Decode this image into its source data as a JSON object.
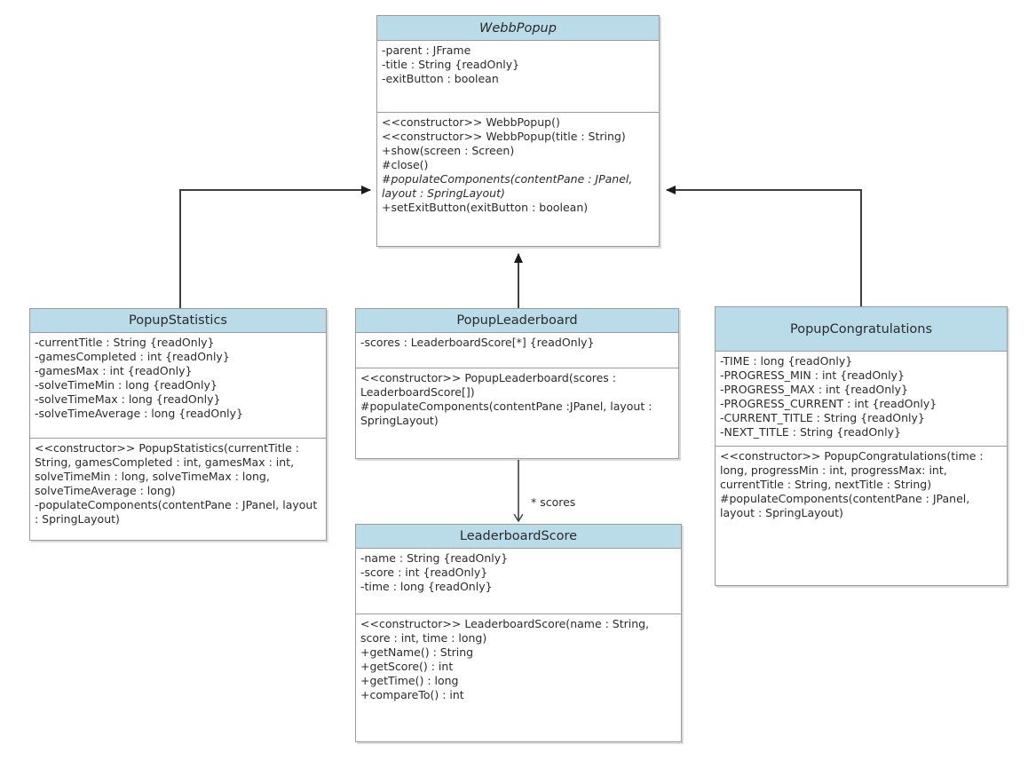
{
  "diagram": {
    "type": "uml-class-diagram",
    "colors": {
      "class_header_fill": "#b9dce8",
      "box_border": "#9b9b9b",
      "connector_stroke": "#3f3f3f",
      "text": "#2b2b2b",
      "background": "#ffffff"
    },
    "classes": {
      "webbpopup": {
        "title": "WebbPopup",
        "abstract": true,
        "attributes": [
          "-parent : JFrame",
          "-title : String {readOnly}",
          "-exitButton : boolean"
        ],
        "methods": [
          "<<constructor>> WebbPopup()",
          "<<constructor>> WebbPopup(title : String)",
          "+show(screen : Screen)",
          "#close()",
          "#populateComponents(contentPane : JPanel, layout : SpringLayout)",
          "+setExitButton(exitButton : boolean)"
        ]
      },
      "popupstatistics": {
        "title": "PopupStatistics",
        "abstract": false,
        "attributes": [
          "-currentTitle : String {readOnly}",
          "-gamesCompleted : int {readOnly}",
          "-gamesMax : int {readOnly}",
          "-solveTimeMin : long {readOnly}",
          "-solveTimeMax : long {readOnly}",
          "-solveTimeAverage : long {readOnly}"
        ],
        "methods": [
          "<<constructor>> PopupStatistics(currentTitle : String, gamesCompleted : int, gamesMax : int, solveTimeMin : long, solveTimeMax : long, solveTimeAverage : long)",
          "-populateComponents(contentPane : JPanel, layout : SpringLayout)"
        ]
      },
      "popupleaderboard": {
        "title": "PopupLeaderboard",
        "abstract": false,
        "attributes": [
          "-scores : LeaderboardScore[*] {readOnly}"
        ],
        "methods": [
          "<<constructor>> PopupLeaderboard(scores : LeaderboardScore[])",
          "#populateComponents(contentPane :JPanel, layout : SpringLayout)"
        ]
      },
      "popupcongratulations": {
        "title": "PopupCongratulations",
        "abstract": false,
        "attributes": [
          "-TIME : long {readOnly}",
          "-PROGRESS_MIN : int {readOnly}",
          "-PROGRESS_MAX : int {readOnly}",
          "-PROGRESS_CURRENT : int {readOnly}",
          "-CURRENT_TITLE : String {readOnly}",
          "-NEXT_TITLE : String {readOnly}"
        ],
        "methods": [
          "<<constructor>> PopupCongratulations(time : long, progressMin : int, progressMax: int, currentTitle : String, nextTitle : String)",
          "#populateComponents(contentPane : JPanel, layout : SpringLayout)"
        ]
      },
      "leaderboardscore": {
        "title": "LeaderboardScore",
        "abstract": false,
        "attributes": [
          "-name : String {readOnly}",
          "-score : int {readOnly}",
          "-time : long {readOnly}"
        ],
        "methods": [
          "<<constructor>> LeaderboardScore(name : String, score : int, time : long)",
          "+getName() : String",
          "+getScore() : int",
          "+getTime() : long",
          "+compareTo() : int"
        ]
      }
    },
    "edges": {
      "statistics_to_webbpopup": "generalization",
      "leaderboard_to_webbpopup": "generalization",
      "congratulations_to_webbpopup": "generalization",
      "leaderboard_to_score": "association",
      "leaderboard_to_score_label": "* scores"
    }
  }
}
